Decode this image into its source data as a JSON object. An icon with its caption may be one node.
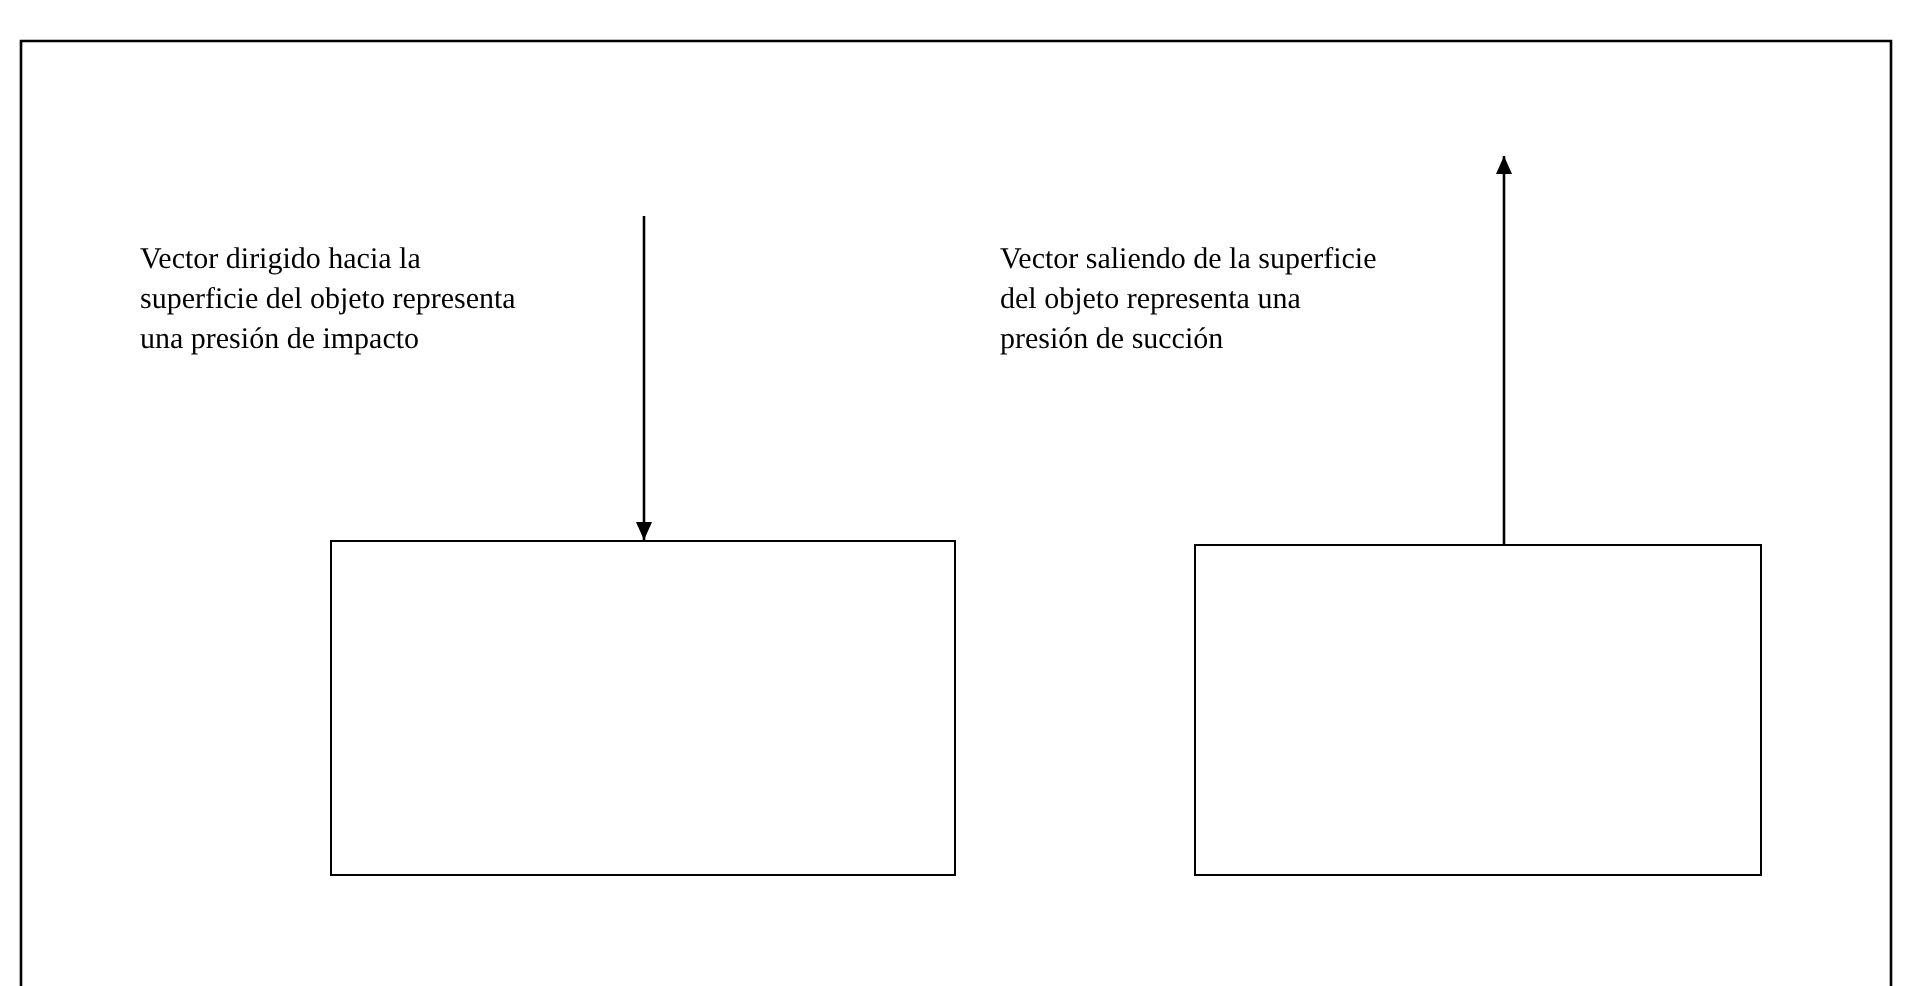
{
  "diagram": {
    "nodes": [
      {
        "text": [],
        "shape": "box"
      },
      {
        "text": [],
        "shape": "box"
      }
    ],
    "edges": [
      {
        "from": null,
        "to": 0,
        "arrow": "to"
      },
      {
        "from": 1,
        "to": null,
        "arrow": "to"
      }
    ],
    "labels": [
      "Vector dirigido hacia la superficie del objeto representa una presión de impacto",
      "Vector saliendo de la superficie del objeto representa una presión de succión"
    ]
  }
}
